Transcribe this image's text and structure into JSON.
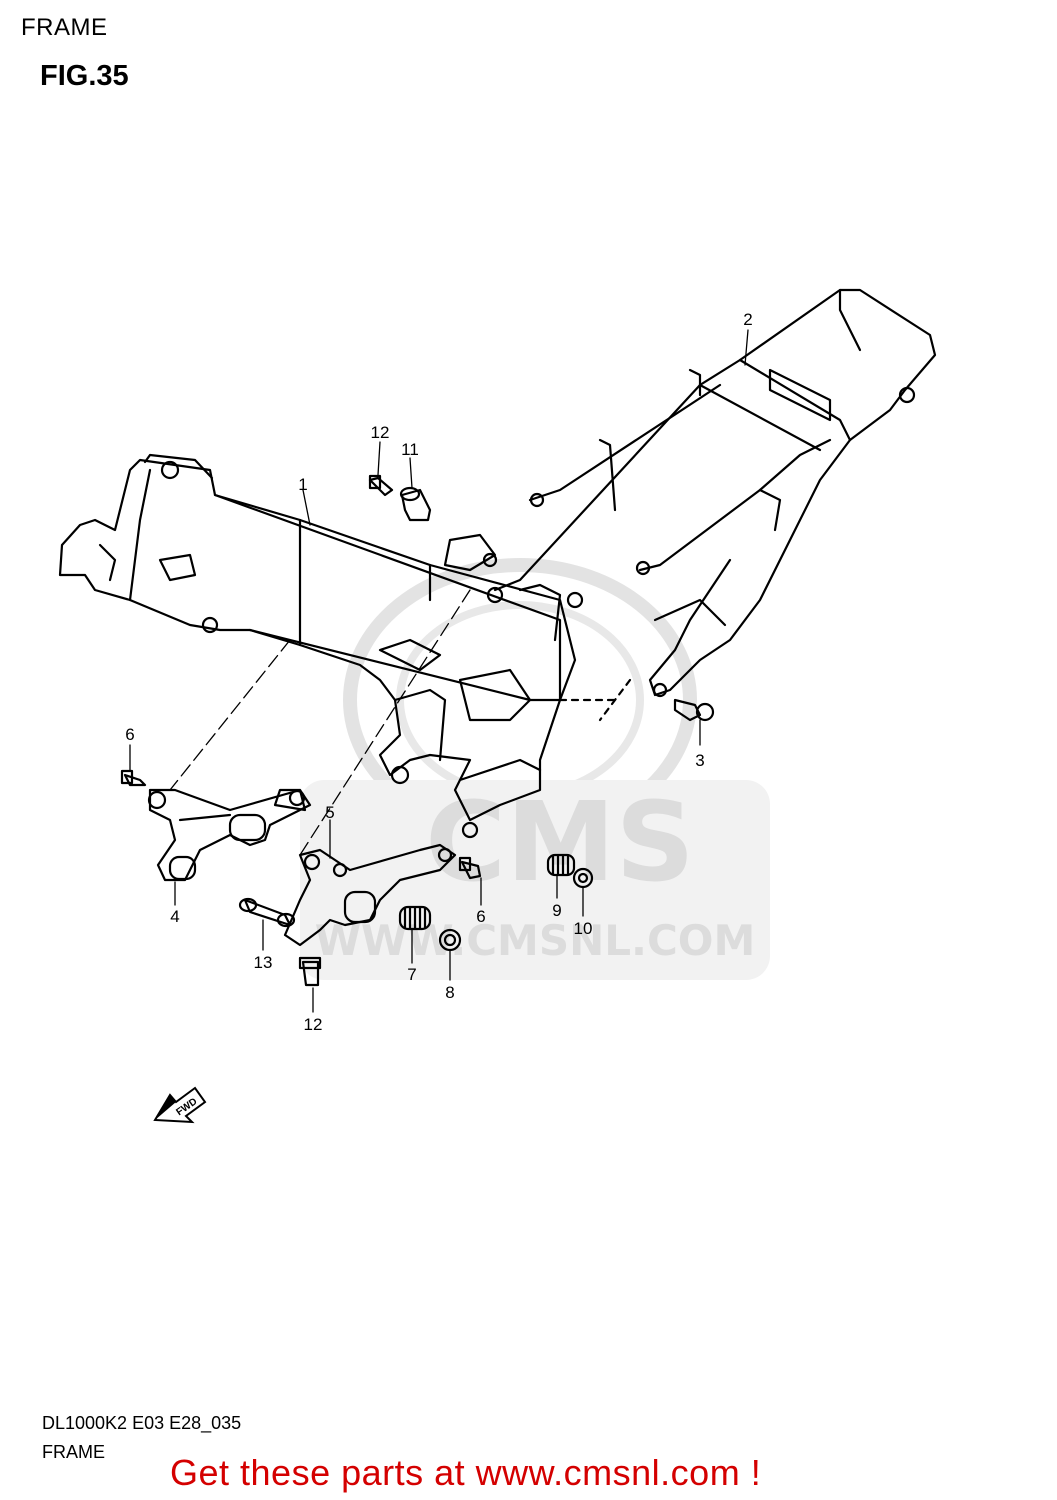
{
  "header": {
    "title": "FRAME"
  },
  "figure": {
    "title": "FIG.35"
  },
  "callouts": [
    {
      "id": "1",
      "label": "1"
    },
    {
      "id": "2",
      "label": "2"
    },
    {
      "id": "3",
      "label": "3"
    },
    {
      "id": "4",
      "label": "4"
    },
    {
      "id": "5",
      "label": "5"
    },
    {
      "id": "6a",
      "label": "6"
    },
    {
      "id": "6b",
      "label": "6"
    },
    {
      "id": "7",
      "label": "7"
    },
    {
      "id": "8",
      "label": "8"
    },
    {
      "id": "9",
      "label": "9"
    },
    {
      "id": "10",
      "label": "10"
    },
    {
      "id": "11",
      "label": "11"
    },
    {
      "id": "12a",
      "label": "12"
    },
    {
      "id": "12b",
      "label": "12"
    },
    {
      "id": "13",
      "label": "13"
    }
  ],
  "direction_marker": {
    "label": "FWD"
  },
  "watermark": {
    "brand": "CMS",
    "url": "WWW.CMSNL.COM"
  },
  "footer": {
    "model_code": "DL1000K2 E03 E28_035",
    "name": "FRAME",
    "cta": "Get these parts at www.cmsnl.com !"
  },
  "colors": {
    "cta": "#d40000",
    "watermark": "#dcdcdc",
    "line": "#000000"
  }
}
